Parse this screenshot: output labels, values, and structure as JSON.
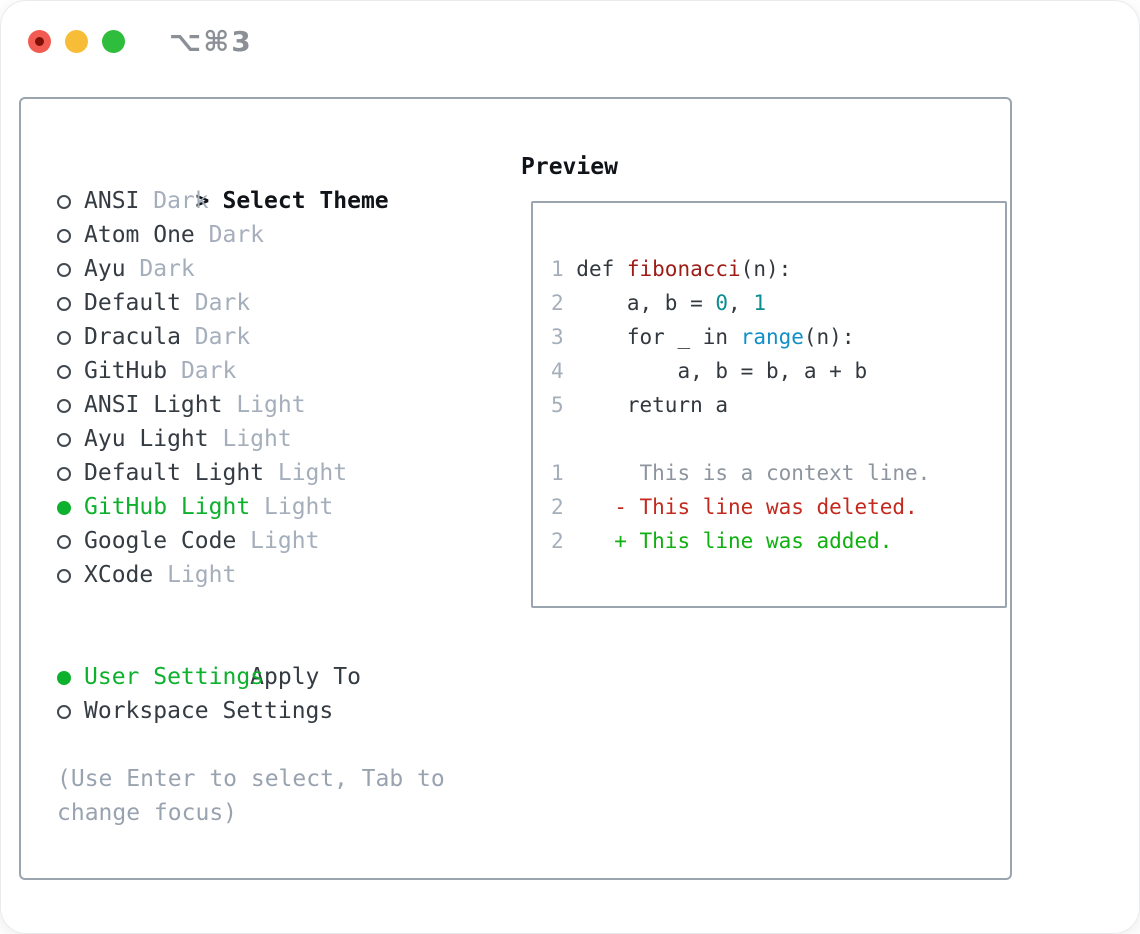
{
  "window": {
    "title": "⌥⌘3",
    "traffic_lights": [
      {
        "name": "close"
      },
      {
        "name": "minimize"
      },
      {
        "name": "zoom"
      }
    ]
  },
  "colors": {
    "accent_green": "#0db12d",
    "muted_gray": "#a5aebb",
    "panel_border": "#9aa5b0",
    "function_red": "#9e1c16",
    "number_teal": "#0b8d92",
    "builtin_blue": "#1090c8",
    "diff_deleted_red": "#c3291e",
    "diff_added_green": "#10b010"
  },
  "theme_picker": {
    "prompt": ">",
    "title": "Select Theme",
    "themes": [
      {
        "name": "ANSI",
        "variant": "Dark",
        "selected": false
      },
      {
        "name": "Atom One",
        "variant": "Dark",
        "selected": false
      },
      {
        "name": "Ayu",
        "variant": "Dark",
        "selected": false
      },
      {
        "name": "Default",
        "variant": "Dark",
        "selected": false
      },
      {
        "name": "Dracula",
        "variant": "Dark",
        "selected": false
      },
      {
        "name": "GitHub",
        "variant": "Dark",
        "selected": false
      },
      {
        "name": "ANSI Light",
        "variant": "Light",
        "selected": false
      },
      {
        "name": "Ayu Light",
        "variant": "Light",
        "selected": false
      },
      {
        "name": "Default Light",
        "variant": "Light",
        "selected": false
      },
      {
        "name": "GitHub Light",
        "variant": "Light",
        "selected": true
      },
      {
        "name": "Google Code",
        "variant": "Light",
        "selected": false
      },
      {
        "name": "XCode",
        "variant": "Light",
        "selected": false
      }
    ],
    "apply_to": {
      "title": "Apply To",
      "options": [
        {
          "name": "User Settings",
          "selected": true
        },
        {
          "name": "Workspace Settings",
          "selected": false
        }
      ]
    },
    "hint": "(Use Enter to select, Tab to change focus)"
  },
  "preview": {
    "title": "Preview",
    "lines": [
      [
        {
          "c": "ln",
          "t": "1 "
        },
        {
          "c": "pln",
          "t": "def "
        },
        {
          "c": "fn",
          "t": "fibonacci"
        },
        {
          "c": "pln",
          "t": "(n):"
        }
      ],
      [
        {
          "c": "ln",
          "t": "2 "
        },
        {
          "c": "pln",
          "t": "    a, b = "
        },
        {
          "c": "num",
          "t": "0"
        },
        {
          "c": "pln",
          "t": ", "
        },
        {
          "c": "num",
          "t": "1"
        }
      ],
      [
        {
          "c": "ln",
          "t": "3 "
        },
        {
          "c": "pln",
          "t": "    for _ in "
        },
        {
          "c": "blt",
          "t": "range"
        },
        {
          "c": "pln",
          "t": "(n):"
        }
      ],
      [
        {
          "c": "ln",
          "t": "4 "
        },
        {
          "c": "pln",
          "t": "        a, b = b, a + b"
        }
      ],
      [
        {
          "c": "ln",
          "t": "5 "
        },
        {
          "c": "pln",
          "t": "    return a"
        }
      ],
      [],
      [
        {
          "c": "ln",
          "t": "1 "
        },
        {
          "c": "ctx",
          "t": "     This is a context line."
        }
      ],
      [
        {
          "c": "ln",
          "t": "2 "
        },
        {
          "c": "del",
          "t": "   - This line was deleted."
        }
      ],
      [
        {
          "c": "ln",
          "t": "2 "
        },
        {
          "c": "add",
          "t": "   + This line was added."
        }
      ]
    ]
  }
}
